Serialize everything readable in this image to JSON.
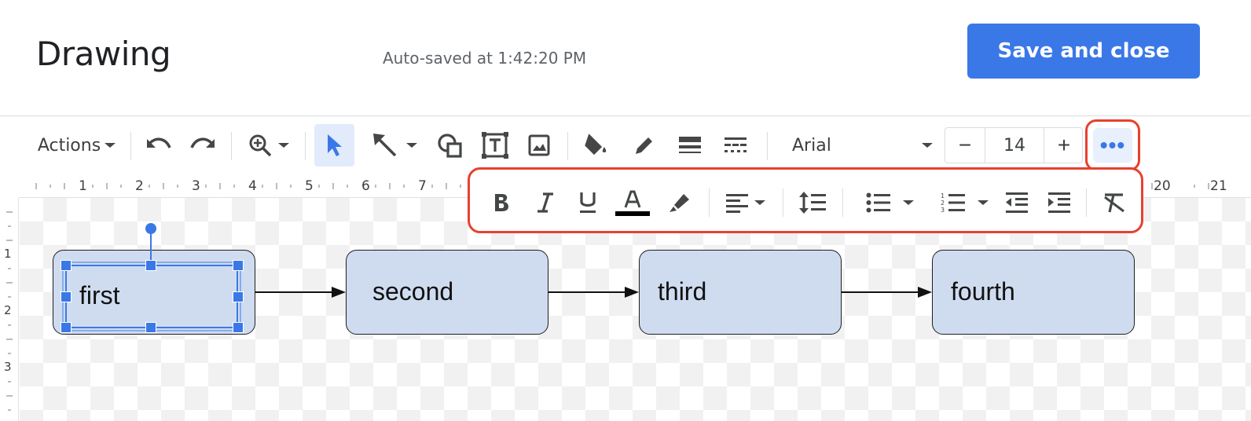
{
  "header": {
    "title": "Drawing",
    "autosave_text": "Auto-saved at 1:42:20 PM",
    "save_button_label": "Save and close"
  },
  "toolbar": {
    "actions_label": "Actions",
    "font_name": "Arial",
    "font_size": "14",
    "decrease_label": "−",
    "increase_label": "+",
    "more_label": "•••",
    "icons": [
      "undo-icon",
      "redo-icon",
      "zoom-icon",
      "select-icon",
      "line-icon",
      "shape-icon",
      "text-box-icon",
      "image-icon",
      "fill-color-icon",
      "border-color-icon",
      "border-weight-icon",
      "border-dash-icon"
    ]
  },
  "format_toolbar": {
    "icons": [
      "bold-icon",
      "italic-icon",
      "underline-icon",
      "text-color-icon",
      "highlight-icon",
      "align-icon",
      "line-spacing-icon",
      "bulleted-list-icon",
      "numbered-list-icon",
      "decrease-indent-icon",
      "increase-indent-icon",
      "clear-formatting-icon"
    ]
  },
  "ruler": {
    "horizontal": [
      "1",
      "2",
      "3",
      "4",
      "5",
      "6",
      "7",
      "20",
      "21"
    ],
    "vertical": [
      "1",
      "2",
      "3"
    ]
  },
  "diagram": {
    "nodes": [
      {
        "label": "first",
        "selected": true
      },
      {
        "label": "second",
        "selected": false
      },
      {
        "label": "third",
        "selected": false
      },
      {
        "label": "fourth",
        "selected": false
      }
    ],
    "edges": [
      {
        "from": "first",
        "to": "second"
      },
      {
        "from": "second",
        "to": "third"
      },
      {
        "from": "third",
        "to": "fourth"
      }
    ]
  },
  "colors": {
    "accent": "#3b78e7",
    "highlight_outline": "#e8402f",
    "node_fill": "#cfdcf0"
  }
}
